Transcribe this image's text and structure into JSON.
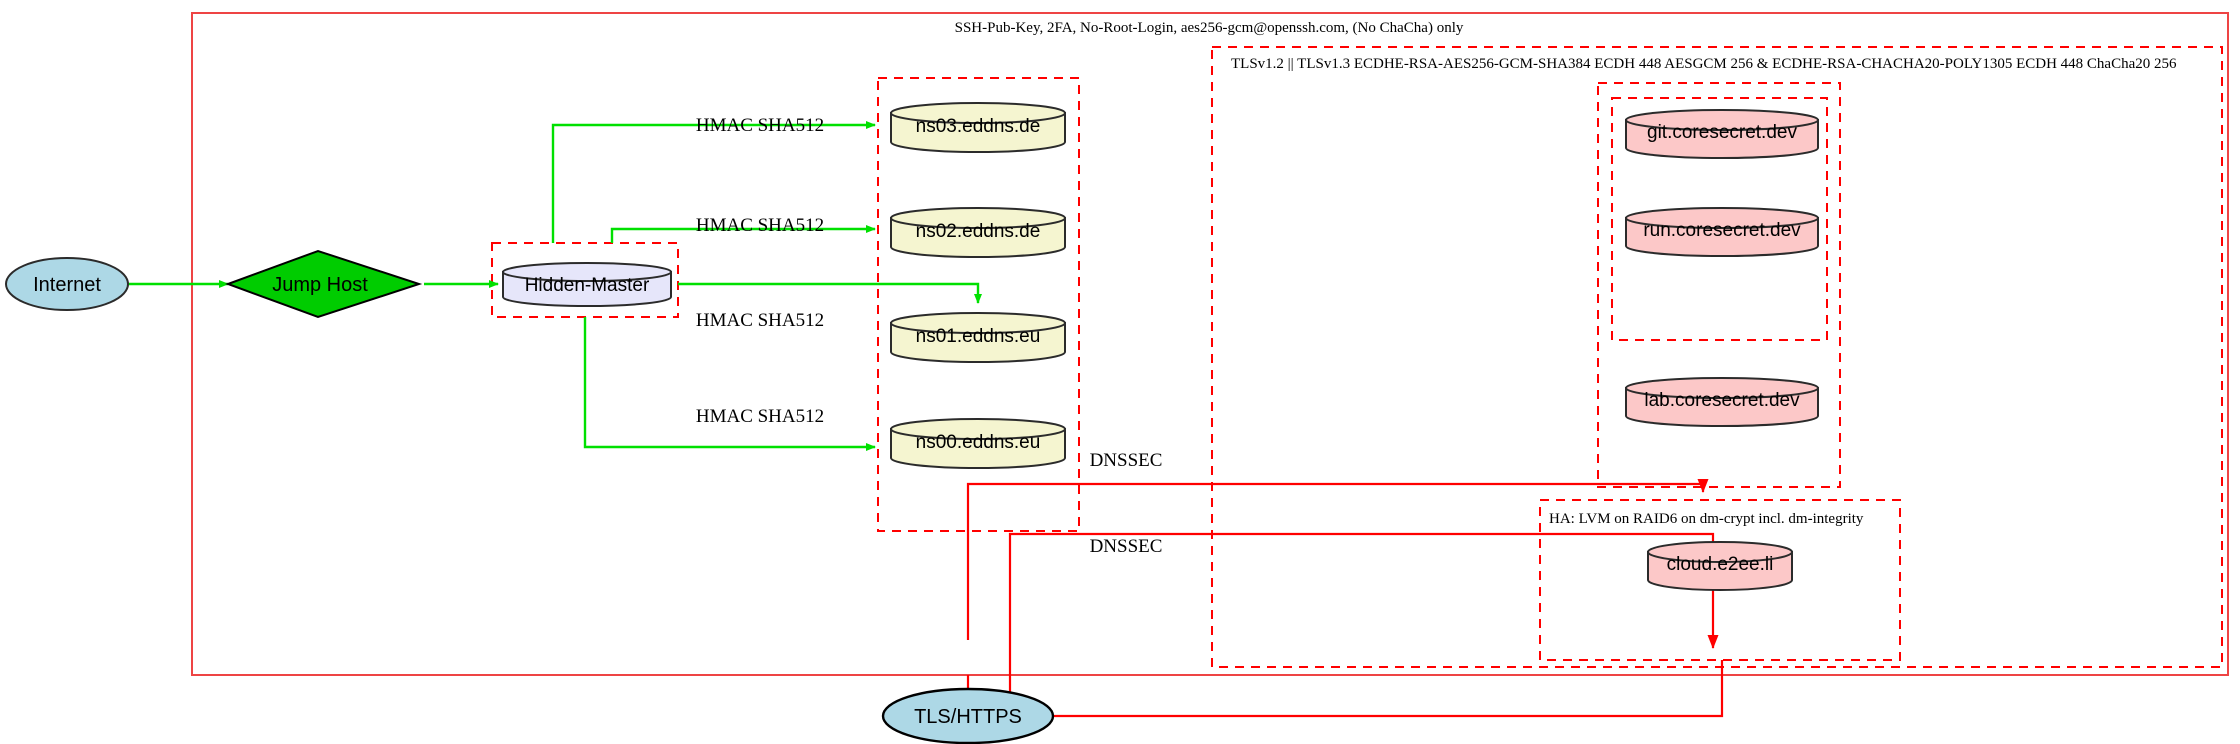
{
  "diagram": {
    "title": "Infrastructure network topology",
    "colors": {
      "cluster_border": "#ff0000",
      "ssh_edge": "#00e000",
      "tls_edge": "#ff0000",
      "internet_fill": "#add8e6",
      "jumphost_fill": "#00cc00",
      "hidden_master_fill": "#e6e6fa",
      "dns_fill": "#f5f5d0",
      "service_fill": "#fcc8c8",
      "node_stroke": "#2b2b2b"
    },
    "clusters": [
      {
        "id": "ssh-cluster",
        "label": "SSH-Pub-Key, 2FA, No-Root-Login, aes256-gcm@openssh.com, (No ChaCha) only",
        "style": "solid"
      },
      {
        "id": "tls-cluster",
        "label": "TLSv1.2 || TLSv1.3 ECDHE-RSA-AES256-GCM-SHA384 ECDH 448 AESGCM 256 & ECDHE-RSA-CHACHA20-POLY1305 ECDH 448 ChaCha20 256",
        "style": "dashed"
      },
      {
        "id": "ha-cluster",
        "label": "HA: LVM on RAID6 on dm-crypt incl. dm-integrity",
        "style": "dashed"
      },
      {
        "id": "hidden-master-box",
        "label": "",
        "style": "dashed"
      },
      {
        "id": "dns-box",
        "label": "",
        "style": "dashed"
      },
      {
        "id": "coresecret-outer",
        "label": "",
        "style": "dashed"
      },
      {
        "id": "coresecret-inner",
        "label": "",
        "style": "dashed"
      }
    ],
    "nodes": [
      {
        "id": "internet",
        "label": "Internet",
        "shape": "ellipse",
        "fill": "#add8e6"
      },
      {
        "id": "jump-host",
        "label": "Jump Host",
        "shape": "diamond",
        "fill": "#00cc00"
      },
      {
        "id": "hidden-master",
        "label": "Hidden-Master",
        "shape": "cylinder",
        "fill": "#e6e6fa"
      },
      {
        "id": "ns03",
        "label": "ns03.eddns.de",
        "shape": "cylinder",
        "fill": "#f5f5d0"
      },
      {
        "id": "ns02",
        "label": "ns02.eddns.de",
        "shape": "cylinder",
        "fill": "#f5f5d0"
      },
      {
        "id": "ns01",
        "label": "ns01.eddns.eu",
        "shape": "cylinder",
        "fill": "#f5f5d0"
      },
      {
        "id": "ns00",
        "label": "ns00.eddns.eu",
        "shape": "cylinder",
        "fill": "#f5f5d0"
      },
      {
        "id": "git",
        "label": "git.coresecret.dev",
        "shape": "cylinder",
        "fill": "#fcc8c8"
      },
      {
        "id": "run",
        "label": "run.coresecret.dev",
        "shape": "cylinder",
        "fill": "#fcc8c8"
      },
      {
        "id": "lab",
        "label": "lab.coresecret.dev",
        "shape": "cylinder",
        "fill": "#fcc8c8"
      },
      {
        "id": "cloud",
        "label": "cloud.e2ee.li",
        "shape": "cylinder",
        "fill": "#fcc8c8"
      },
      {
        "id": "tls-https",
        "label": "TLS/HTTPS",
        "shape": "ellipse",
        "fill": "#add8e6"
      }
    ],
    "edges": [
      {
        "id": "e-internet-jump",
        "from": "internet",
        "to": "jump-host",
        "label": "",
        "color": "#00e000"
      },
      {
        "id": "e-jump-master",
        "from": "jump-host",
        "to": "hidden-master",
        "label": "",
        "color": "#00e000"
      },
      {
        "id": "e-master-ns03",
        "from": "hidden-master",
        "to": "ns03",
        "label": "HMAC SHA512",
        "color": "#00e000"
      },
      {
        "id": "e-master-ns02",
        "from": "hidden-master",
        "to": "ns02",
        "label": "HMAC SHA512",
        "color": "#00e000"
      },
      {
        "id": "e-master-ns01",
        "from": "hidden-master",
        "to": "ns01",
        "label": "HMAC SHA512",
        "color": "#00e000"
      },
      {
        "id": "e-master-ns00",
        "from": "hidden-master",
        "to": "ns00",
        "label": "HMAC SHA512",
        "color": "#00e000"
      },
      {
        "id": "e-dnssec-upper",
        "from": "ns01",
        "to": "coresecret",
        "label": "DNSSEC",
        "color": "#ff0000"
      },
      {
        "id": "e-dnssec-lower",
        "from": "tls-https",
        "to": "cloud",
        "label": "DNSSEC",
        "color": "#ff0000"
      },
      {
        "id": "e-tls-https-out",
        "from": "tls-https",
        "to": "ha-cluster",
        "label": "",
        "color": "#ff0000"
      }
    ]
  }
}
